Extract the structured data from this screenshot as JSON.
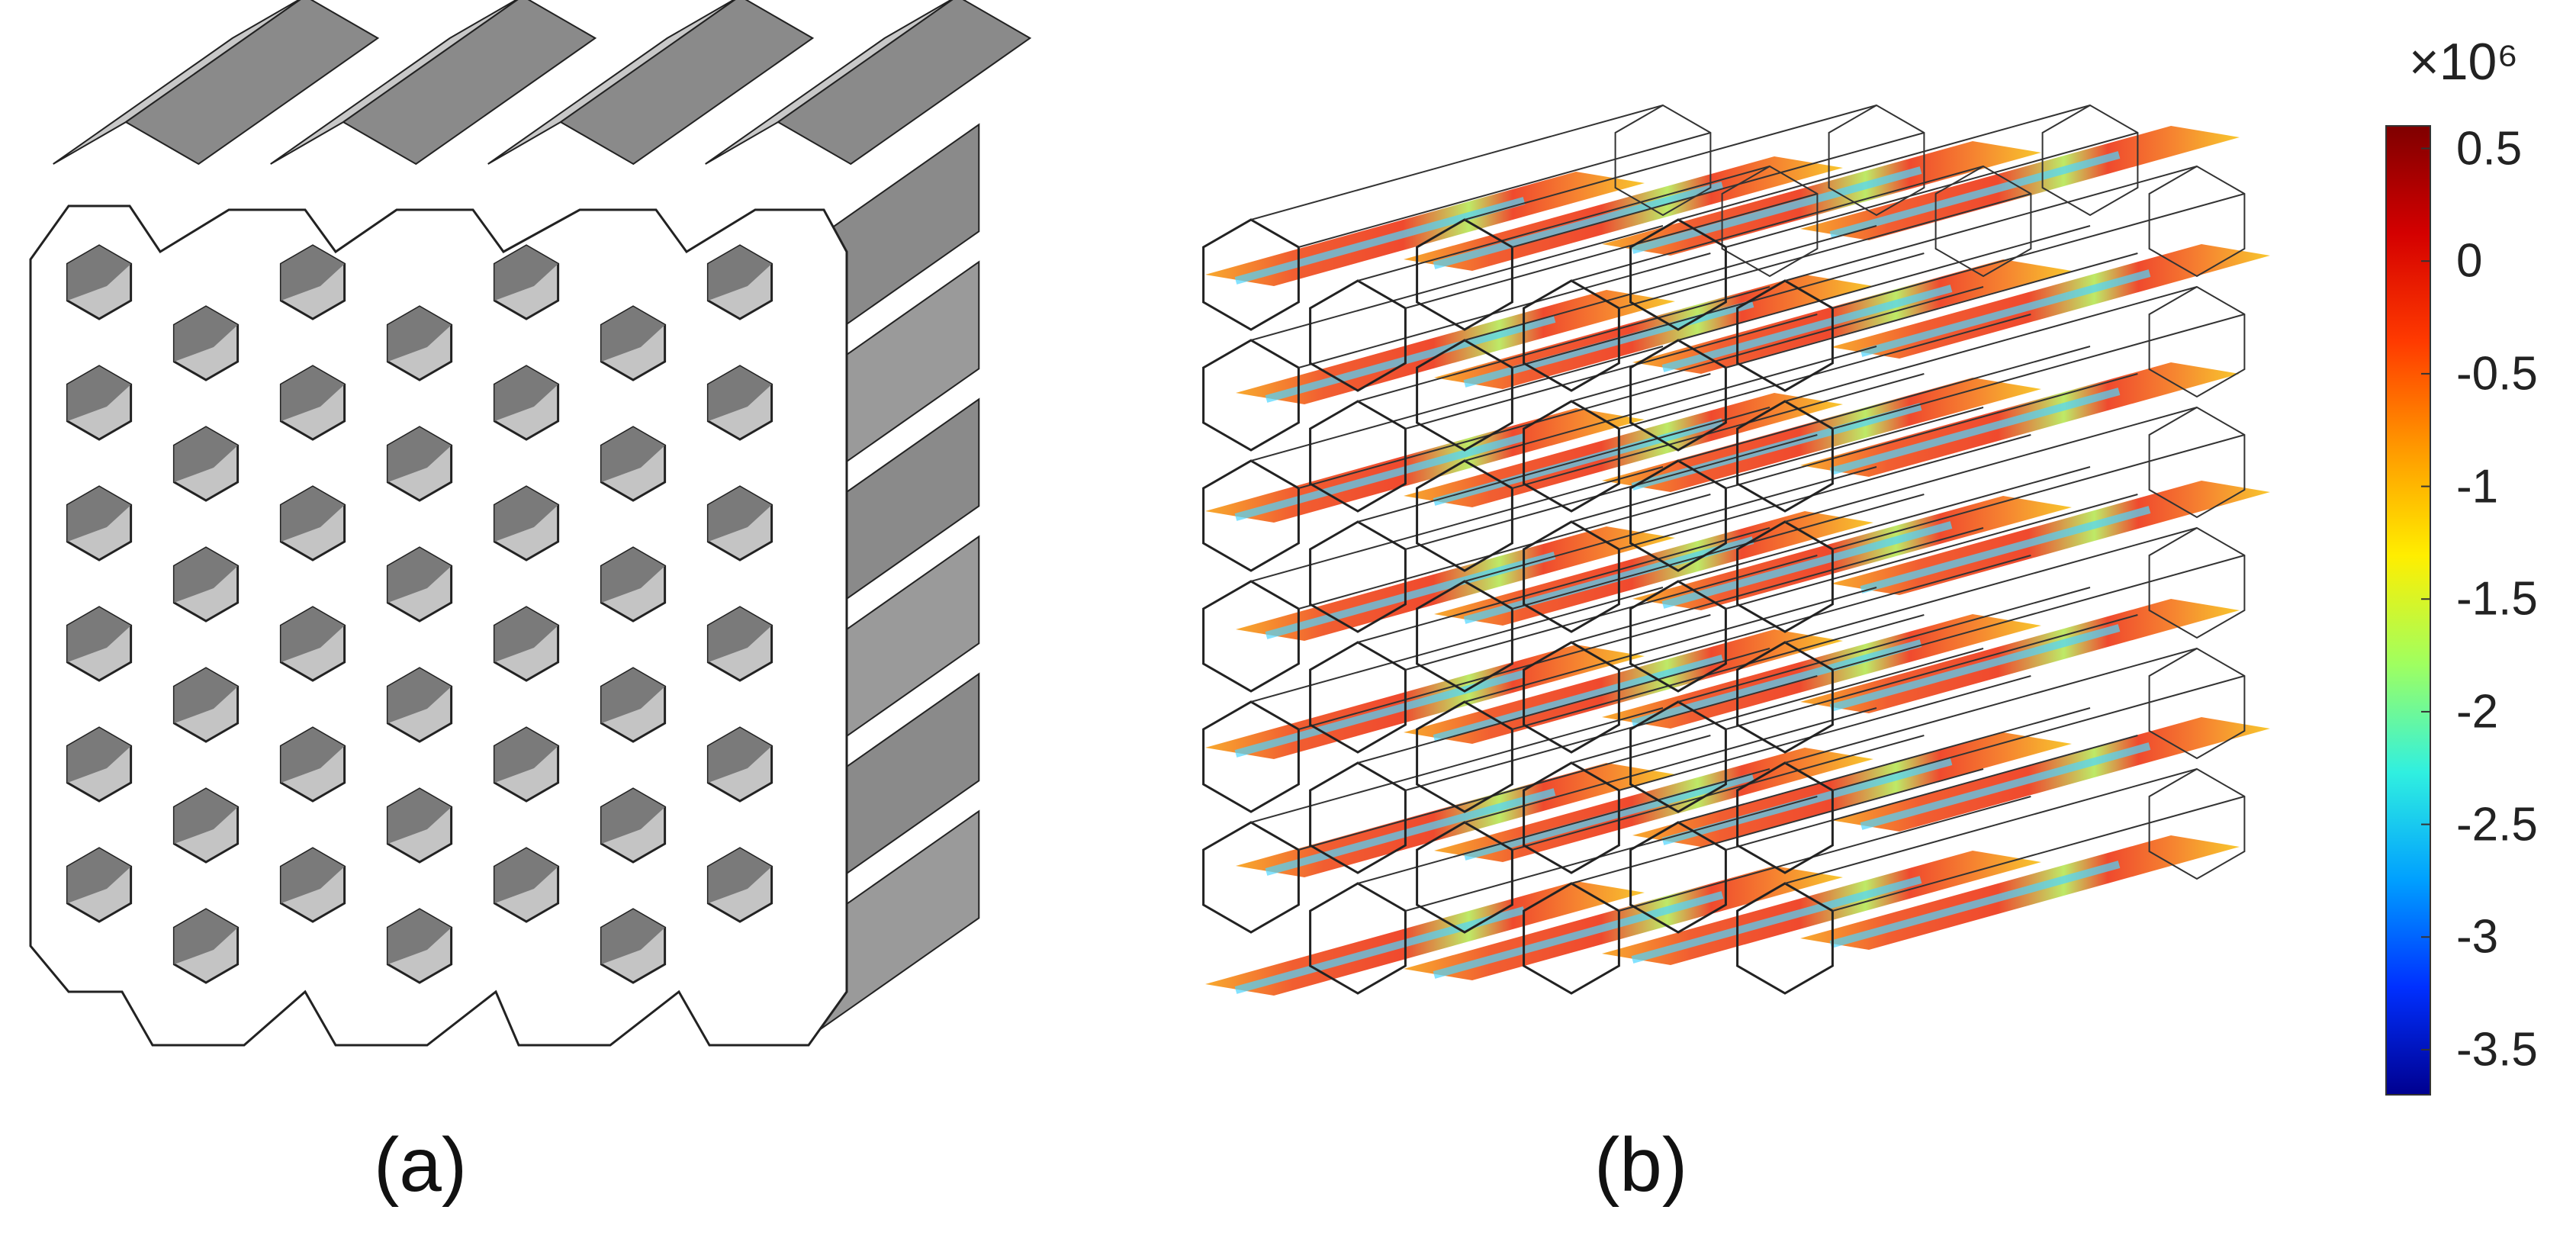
{
  "captions": {
    "a": "(a)",
    "b": "(b)"
  },
  "colorbar": {
    "exponent_label": "×10⁶",
    "ticks": [
      "0.5",
      "0",
      "-0.5",
      "-1",
      "-1.5",
      "-2",
      "-2.5",
      "-3",
      "-3.5"
    ],
    "tick_values": [
      0.5,
      0,
      -0.5,
      -1,
      -1.5,
      -2,
      -2.5,
      -3,
      -3.5
    ],
    "range": [
      -3.7,
      0.6
    ],
    "colormap": [
      "#7f0000",
      "#d40000",
      "#ff3a00",
      "#ff9900",
      "#ffee00",
      "#9fff60",
      "#30f0e0",
      "#00a0ff",
      "#0030ff",
      "#00008f"
    ]
  },
  "colors": {
    "solid_top": "#c8c8c8",
    "solid_side": "#8a8a8a",
    "solid_face": "#ffffff",
    "hole_dark": "#7a7a7a",
    "hole_light": "#c4c4c4",
    "field_red": "#ee3a1c",
    "field_orange": "#f79a1a",
    "field_green": "#b8e85a",
    "field_cyan": "#4fd6ff"
  }
}
